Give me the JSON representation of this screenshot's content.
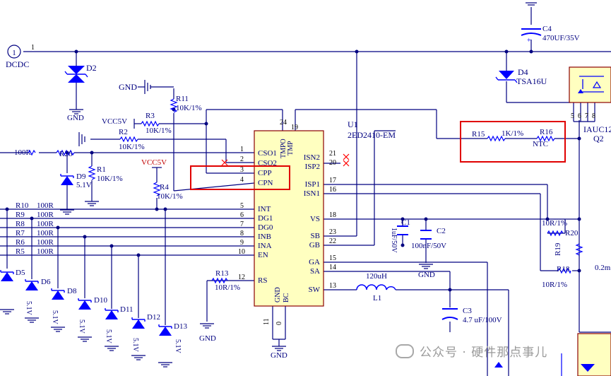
{
  "colors": {
    "wire": "#000080",
    "part": "#0000ff",
    "text": "#000080",
    "pin": "#000000",
    "body": "#ffffc0",
    "highlight": "#e00000",
    "nc": "#ff0000"
  },
  "connector": {
    "ref": "1",
    "net": "DCDC",
    "pin": "1"
  },
  "power": {
    "gnd": "GND",
    "vcc": "VCC5V"
  },
  "ic": {
    "ref": "U1",
    "part": "2ED2410-EM",
    "left_pins": [
      {
        "num": "1",
        "name": "CSO1"
      },
      {
        "num": "2",
        "name": "CSO2"
      },
      {
        "num": "3",
        "name": "CPP"
      },
      {
        "num": "4",
        "name": "CPN"
      },
      {
        "num": "5",
        "name": "INT"
      },
      {
        "num": "6",
        "name": "DG1"
      },
      {
        "num": "7",
        "name": "DG0"
      },
      {
        "num": "8",
        "name": "INB"
      },
      {
        "num": "9",
        "name": "INA"
      },
      {
        "num": "10",
        "name": "EN"
      },
      {
        "num": "12",
        "name": "RS"
      }
    ],
    "right_pins": [
      {
        "num": "21",
        "name": "ISN2"
      },
      {
        "num": "20",
        "name": "ISP2"
      },
      {
        "num": "17",
        "name": "ISP1"
      },
      {
        "num": "16",
        "name": "ISN1"
      },
      {
        "num": "18",
        "name": "VS"
      },
      {
        "num": "23",
        "name": "SB"
      },
      {
        "num": "22",
        "name": "GB"
      },
      {
        "num": "15",
        "name": "GA"
      },
      {
        "num": "14",
        "name": "SA"
      },
      {
        "num": "13",
        "name": "SW"
      }
    ],
    "top_pins": [
      {
        "num": "24",
        "name": "TMPO"
      },
      {
        "num": "19",
        "name": "TMP"
      }
    ],
    "bottom_pins": [
      {
        "num": "11",
        "name": "GND"
      },
      {
        "num": "0",
        "name": "BC"
      }
    ]
  },
  "components": {
    "d2": "D2",
    "d4": "D4",
    "d4_val": "TSA16U",
    "c4": "C4",
    "c4_val": "470UF/35V",
    "r11": "R11",
    "r11_val": "10K/1%",
    "r3": "R3",
    "r3_val": "10K/1%",
    "r2": "R2",
    "r2_val": "10K/1%",
    "r26": "R26",
    "r26_val": "100R",
    "d9": "D9",
    "d9_val": "5.1V",
    "r1": "R1",
    "r1_val": "10K/1%",
    "r4": "R4",
    "r4_val": "10K/1%",
    "r13": "R13",
    "r13_val": "10R/1%",
    "r15": "R15",
    "r15_val": "1K/1%",
    "r16": "R16",
    "r16_val": "NTC",
    "r20": "R20",
    "r20_val": "10R/1%",
    "r19": "R19",
    "r18": "R18",
    "r18_val": "10R/1%",
    "c1": "C1",
    "c1_val": "1uF/50V",
    "c2": "C2",
    "c2_val": "100nF/50V",
    "c3": "C3",
    "c3_val": "4.7 uF/100V",
    "l1": "L1",
    "l1_val": "120uH",
    "q2": "Q2",
    "q2_part": "IAUC12",
    "shunt_val": "0.2m",
    "q2_pins": [
      "5",
      "6",
      "7",
      "8"
    ]
  },
  "left_resistors": [
    {
      "ref": "R10",
      "val": "100R"
    },
    {
      "ref": "R9",
      "val": "100R"
    },
    {
      "ref": "R8",
      "val": "100R"
    },
    {
      "ref": "R7",
      "val": "100R"
    },
    {
      "ref": "R6",
      "val": "100R"
    },
    {
      "ref": "R5",
      "val": "100R"
    }
  ],
  "tvs_diodes": [
    {
      "ref": "D5",
      "val": ""
    },
    {
      "ref": "D6",
      "val": "5.1V"
    },
    {
      "ref": "D8",
      "val": "5.1V"
    },
    {
      "ref": "D10",
      "val": "5.1V"
    },
    {
      "ref": "D11",
      "val": "5.1V"
    },
    {
      "ref": "D12",
      "val": "5.1V"
    },
    {
      "ref": "D13",
      "val": "5.1V"
    }
  ],
  "watermark": "公众号 · 硬件那点事儿"
}
